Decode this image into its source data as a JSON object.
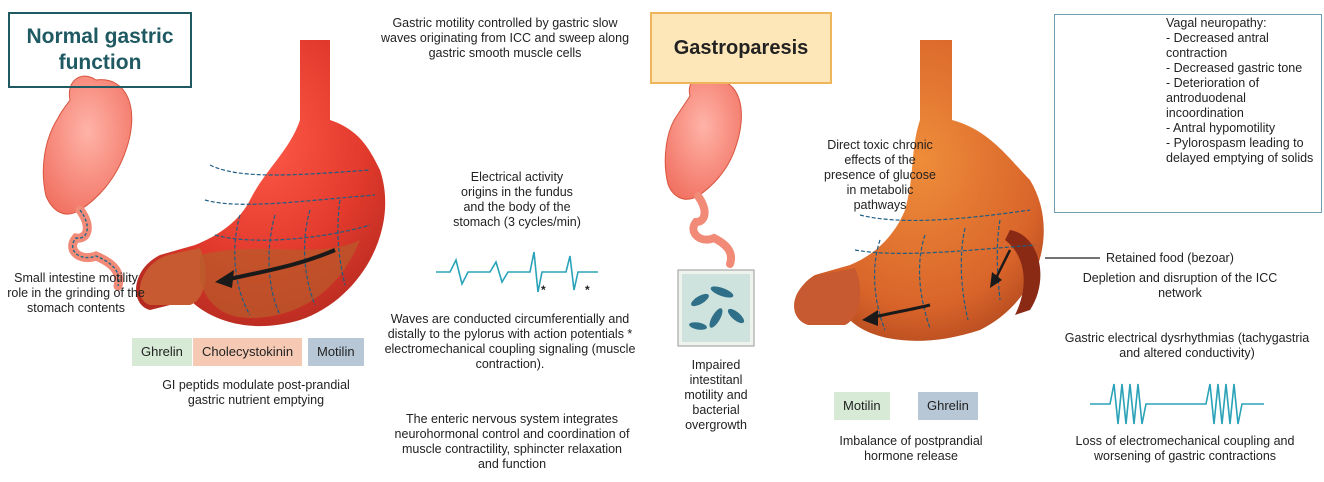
{
  "left": {
    "title": "Normal gastric function",
    "top_text": "Gastric motility controlled by gastric slow waves originating from ICC and sweep along gastric smooth muscle cells",
    "electrical": "Electrical activity origins in the fundus and the body of the stomach (3 cycles/min)",
    "waves": "Waves are conducted circumferentially and distally to the pylorus with action potentials * electromechanical coupling signaling (muscle contraction).",
    "enteric": "The enteric nervous system integrates neurohormonal control and coordination of muscle contractility, sphincter relaxation and function",
    "small_intestine": "Small intestine motility role in the grinding of the stomach contents",
    "peptides": [
      "Ghrelin",
      "Cholecystokinin",
      "Motilin"
    ],
    "gi_peptids": "GI peptids modulate post-prandial gastric nutrient emptying",
    "asterisk": "*"
  },
  "right": {
    "title": "Gastroparesis",
    "vagal_title": "Vagal neuropathy:",
    "vagal_items": "- Decreased antral\n  contraction\n- Decreased gastric tone\n- Deterioration of\n  antroduodenal\n  incoordination\n- Antral hypomotility\n- Pylorospasm leading to\n  delayed emptying of solids",
    "direct_toxic": "Direct toxic chronic effects of the presence of glucose in metabolic pathways",
    "retained": "Retained food (bezoar)",
    "depletion": "Depletion and disruption of the ICC network",
    "dysrhythmias": "Gastric electrical dysrhythmias (tachygastria and altered conductivity)",
    "loss": "Loss of electromechanical coupling and worsening of gastric contractions",
    "impaired": "Impaired intestitanl motility and bacterial overgrowth",
    "hormones": [
      "Motilin",
      "Ghrelin"
    ],
    "imbalance": "Imbalance of postprandial hormone release"
  },
  "colors": {
    "teal": "#1f5a63",
    "orange_border": "#f0b45a",
    "orange_fill": "#fde6b8",
    "ghrelin_left": "#d6ead6",
    "cck": "#f6c9b4",
    "motilin_left": "#b7c7d6",
    "motilin_right": "#d6ead6",
    "ghrelin_right": "#b7c7d6",
    "wave": "#2aa3b8",
    "stomach_red": "#e8473a"
  }
}
